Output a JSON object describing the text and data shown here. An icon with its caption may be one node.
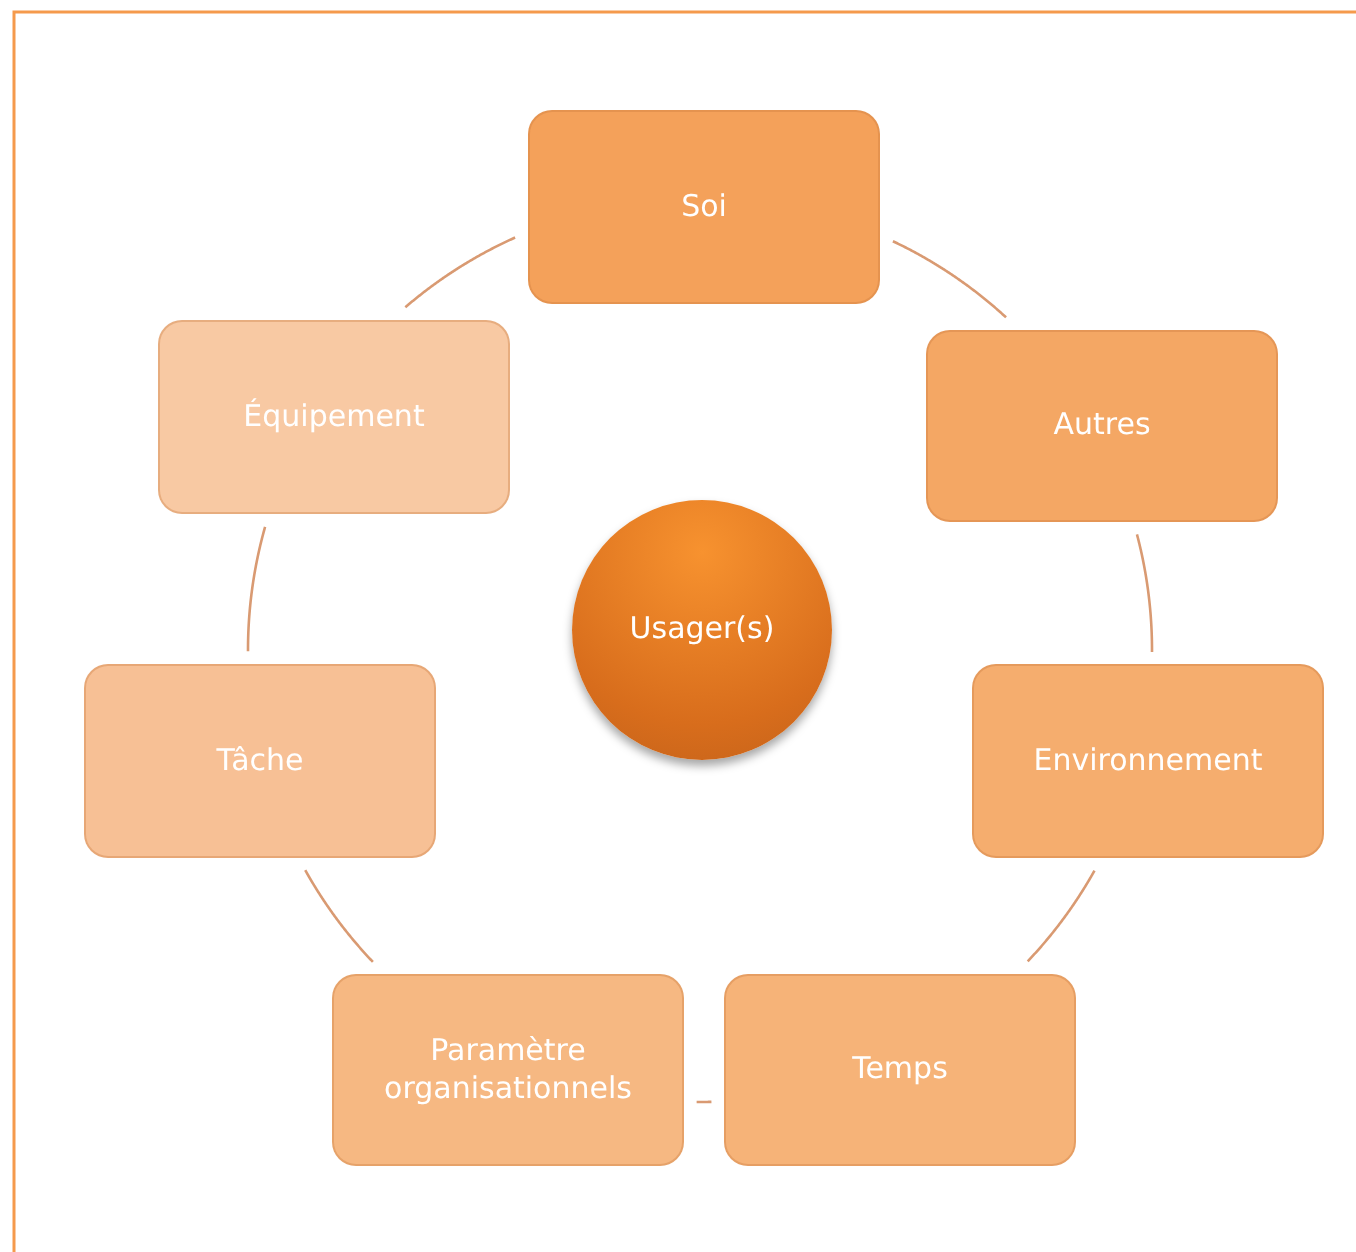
{
  "diagram": {
    "nodes": [
      {
        "text": [
          "Soi"
        ]
      },
      {
        "text": [
          "Autres"
        ]
      },
      {
        "text": [
          "Environnement"
        ]
      },
      {
        "text": [
          "Temps"
        ]
      },
      {
        "text": [
          "Paramètre organisationnels"
        ]
      },
      {
        "text": [
          "Tâche"
        ]
      },
      {
        "text": [
          "Équipement"
        ]
      },
      {
        "text": [
          "Usager(s)"
        ]
      }
    ],
    "edges": [
      {
        "from": 0,
        "to": 1,
        "arrow": "none"
      },
      {
        "from": 1,
        "to": 2,
        "arrow": "none"
      },
      {
        "from": 2,
        "to": 3,
        "arrow": "none"
      },
      {
        "from": 3,
        "to": 4,
        "arrow": "none"
      },
      {
        "from": 4,
        "to": 5,
        "arrow": "none"
      },
      {
        "from": 5,
        "to": 6,
        "arrow": "none"
      },
      {
        "from": 6,
        "to": 0,
        "arrow": "none"
      }
    ]
  }
}
